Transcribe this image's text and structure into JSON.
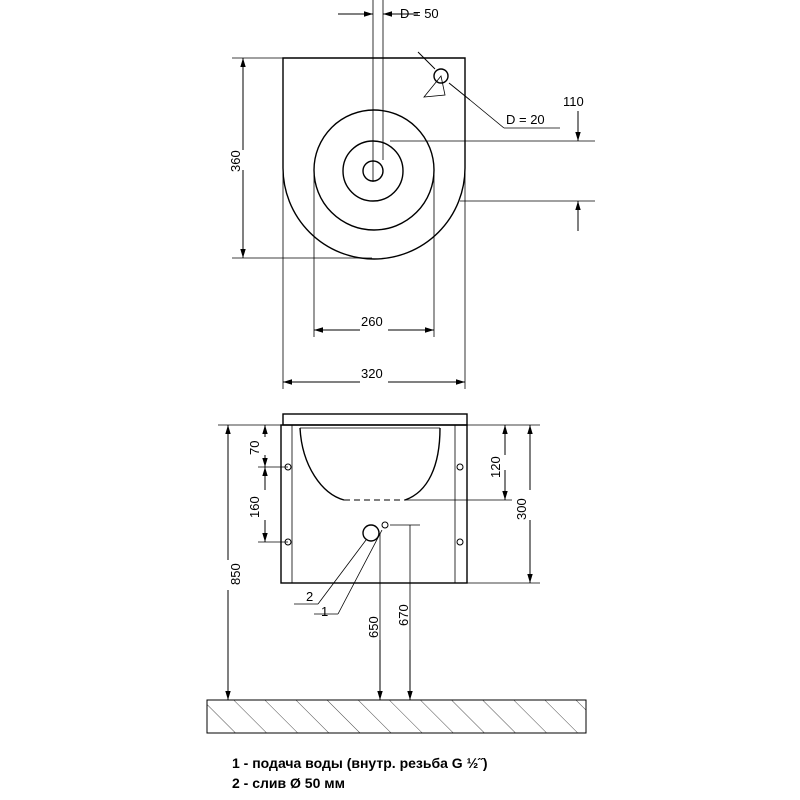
{
  "top_view": {
    "dim_d50": "D = 50",
    "dim_d20": "D = 20",
    "dim_110": "110",
    "dim_360": "360",
    "dim_260": "260",
    "dim_320": "320"
  },
  "front_view": {
    "dim_70": "70",
    "dim_160": "160",
    "dim_120": "120",
    "dim_300": "300",
    "dim_850": "850",
    "dim_650": "650",
    "dim_670": "670",
    "callout_1": "1",
    "callout_2": "2"
  },
  "legend": {
    "item_1": "1 - подача воды (внутр. резьба G ½˝)",
    "item_2": "2 - слив Ø 50 мм"
  }
}
